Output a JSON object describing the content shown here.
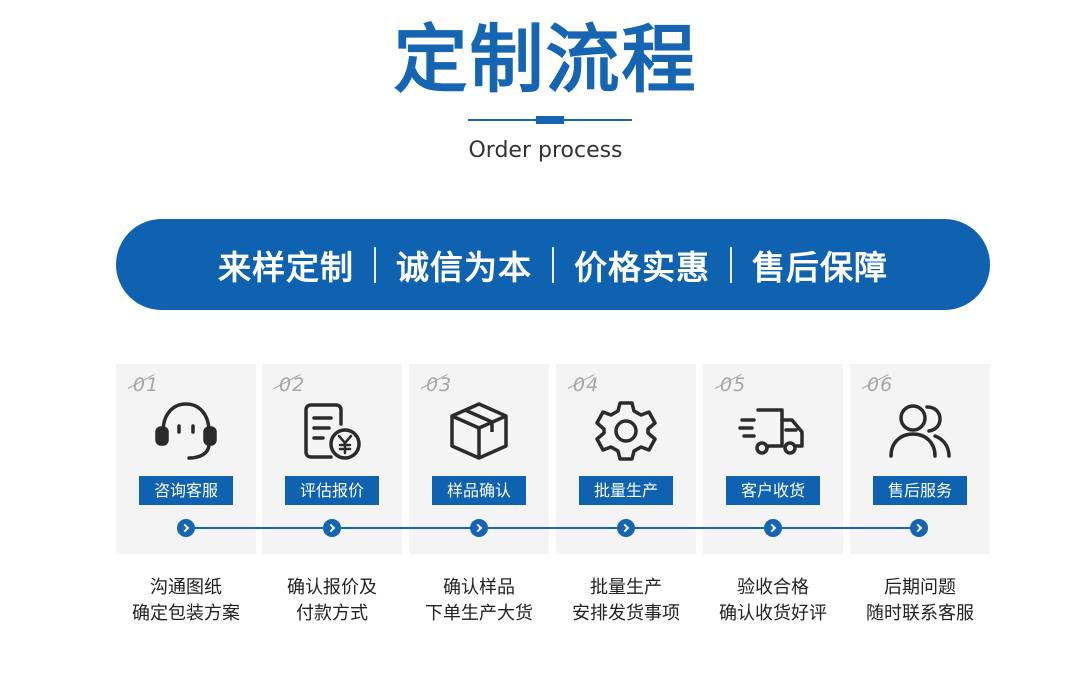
{
  "header": {
    "title": "定制流程",
    "subtitle": "Order process"
  },
  "banner": {
    "items": [
      "来样定制",
      "诚信为本",
      "价格实惠",
      "售后保障"
    ]
  },
  "steps": [
    {
      "number": "01",
      "icon": "headset-icon",
      "label": "咨询客服",
      "desc_line1": "沟通图纸",
      "desc_line2": "确定包装方案"
    },
    {
      "number": "02",
      "icon": "quote-document-icon",
      "label": "评估报价",
      "desc_line1": "确认报价及",
      "desc_line2": "付款方式"
    },
    {
      "number": "03",
      "icon": "box-icon",
      "label": "样品确认",
      "desc_line1": "确认样品",
      "desc_line2": "下单生产大货"
    },
    {
      "number": "04",
      "icon": "gear-icon",
      "label": "批量生产",
      "desc_line1": "批量生产",
      "desc_line2": "安排发货事项"
    },
    {
      "number": "05",
      "icon": "delivery-truck-icon",
      "label": "客户收货",
      "desc_line1": "验收合格",
      "desc_line2": "确认收货好评"
    },
    {
      "number": "06",
      "icon": "users-icon",
      "label": "售后服务",
      "desc_line1": "后期问题",
      "desc_line2": "随时联系客服"
    }
  ],
  "colors": {
    "primary_blue": "#1565b3",
    "banner_blue": "#0f62b0",
    "card_bg": "#f4f4f4"
  }
}
